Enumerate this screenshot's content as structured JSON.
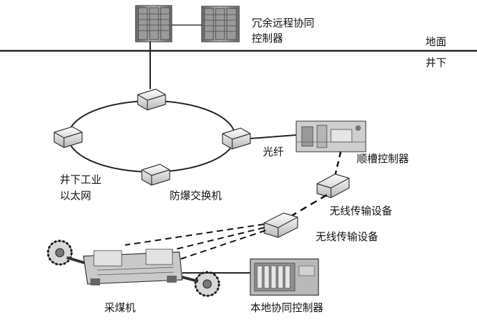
{
  "labels": {
    "remote_controller_line1": "冗余远程协同",
    "remote_controller_line2": "控制器",
    "surface": "地面",
    "underground": "井下",
    "ethernet_line1": "井下工业",
    "ethernet_line2": "以太网",
    "switch": "防爆交换机",
    "fiber": "光纤",
    "trough_controller": "顺槽控制器",
    "wireless_device_1": "无线传输设备",
    "wireless_device_2": "无线传输设备",
    "shearer": "采煤机",
    "local_controller": "本地协同控制器"
  }
}
